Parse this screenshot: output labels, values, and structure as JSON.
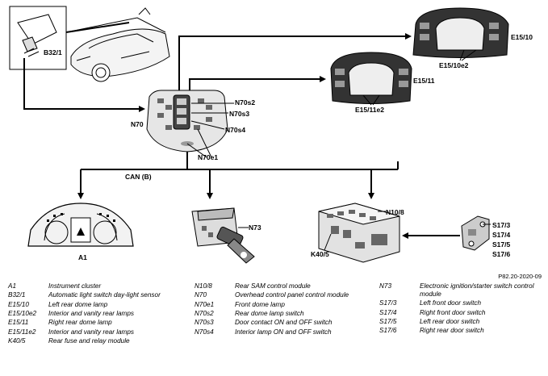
{
  "diagram": {
    "labels": {
      "B32_1": "B32/1",
      "N70": "N70",
      "N70s2": "N70s2",
      "N70s3": "N70s3",
      "N70s4": "N70s4",
      "N70e1": "N70e1",
      "CAN": "CAN (B)",
      "A1": "A1",
      "N73": "N73",
      "N10_8": "N10/8",
      "K40_5": "K40/5",
      "S17_3": "S17/3",
      "S17_4": "S17/4",
      "S17_5": "S17/5",
      "S17_6": "S17/6",
      "E15_10": "E15/10",
      "E15_10e2": "E15/10e2",
      "E15_11": "E15/11",
      "E15_11e2": "E15/11e2"
    },
    "figure_id": "P82.20-2020-09",
    "line_color": "#000000"
  },
  "legend": {
    "col1": [
      {
        "code": "A1",
        "desc": "Instrument cluster"
      },
      {
        "code": "B32/1",
        "desc": "Automatic light switch day-light sensor"
      },
      {
        "code": "E15/10",
        "desc": "Left rear dome lamp"
      },
      {
        "code": "E15/10e2",
        "desc": "Interior and vanity rear lamps"
      },
      {
        "code": "E15/11",
        "desc": "Right rear dome lamp"
      },
      {
        "code": "E15/11e2",
        "desc": "Interior and vanity rear lamps"
      },
      {
        "code": "K40/5",
        "desc": "Rear fuse and relay module"
      }
    ],
    "col2": [
      {
        "code": "N10/8",
        "desc": "Rear SAM control module"
      },
      {
        "code": "N70",
        "desc": "Overhead control panel control module"
      },
      {
        "code": "N70e1",
        "desc": "Front dome lamp"
      },
      {
        "code": "N70s2",
        "desc": "Rear dome lamp switch"
      },
      {
        "code": "N70s3",
        "desc": "Door contact ON and OFF switch"
      },
      {
        "code": "N70s4",
        "desc": "Interior lamp ON and OFF switch"
      }
    ],
    "col3": [
      {
        "code": "N73",
        "desc": "Electronic ignition/starter switch control module"
      },
      {
        "code": "S17/3",
        "desc": "Left front door switch"
      },
      {
        "code": "S17/4",
        "desc": "Right front door switch"
      },
      {
        "code": "S17/5",
        "desc": "Left rear door switch"
      },
      {
        "code": "S17/6",
        "desc": "Right rear door switch"
      }
    ]
  }
}
